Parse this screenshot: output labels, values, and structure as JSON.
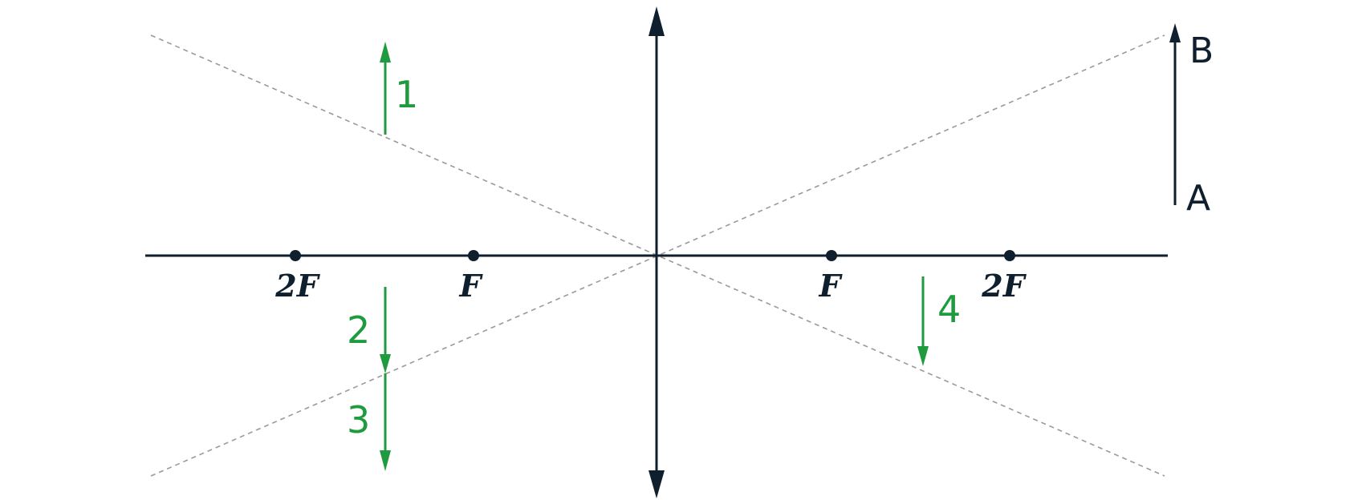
{
  "colors": {
    "ink": "#0f1f2e",
    "green": "#1f9a3f",
    "guide": "#9a9a9a",
    "background": "#ffffff"
  },
  "axis_labels": {
    "left_2f": "2F",
    "left_f": "F",
    "right_f": "F",
    "right_2f": "2F"
  },
  "object": {
    "label_bottom": "A",
    "label_top": "B"
  },
  "candidates": [
    {
      "label": "1"
    },
    {
      "label": "2"
    },
    {
      "label": "3"
    },
    {
      "label": "4"
    }
  ]
}
